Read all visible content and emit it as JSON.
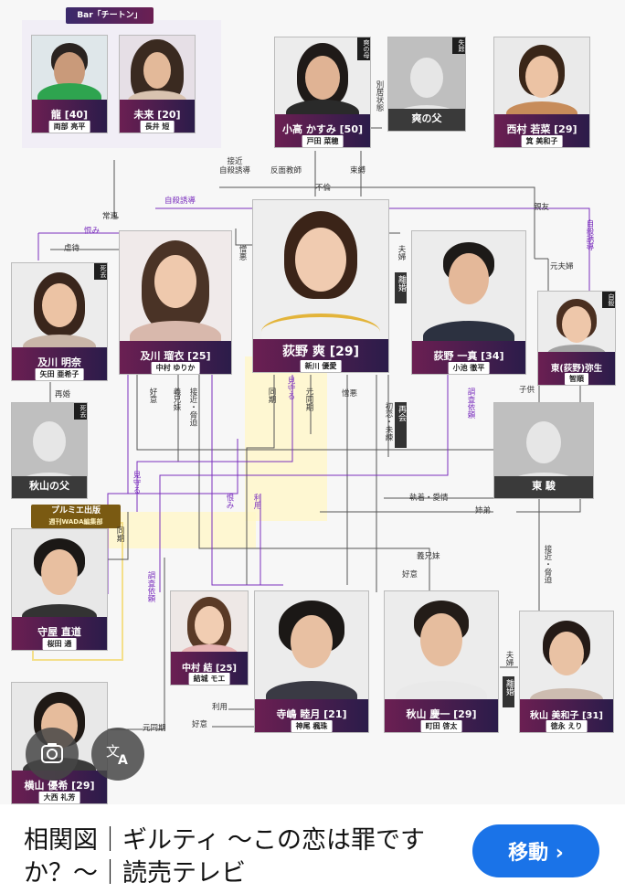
{
  "groups": {
    "bar": "Bar「チートン」",
    "plumie": "プルミエ出版",
    "plumie_sub": "週刊WADA編集部"
  },
  "people": {
    "ryu": {
      "name": "龍 [40]",
      "actor": "両部 亮平"
    },
    "mirai": {
      "name": "未来 [20]",
      "actor": "長井 短"
    },
    "kasumi": {
      "name": "小高 かすみ [50]",
      "actor": "戸田 菜穂",
      "tag": "爽の母"
    },
    "father": {
      "name": "爽の父",
      "tag": "失踪"
    },
    "wakana": {
      "name": "西村 若菜 [29]",
      "actor": "箕 美和子"
    },
    "akina": {
      "name": "及川 明奈",
      "actor": "矢田 亜希子",
      "tag": "死去"
    },
    "rui": {
      "name": "及川 瑠衣 [25]",
      "actor": "中村 ゆりか"
    },
    "sou": {
      "name": "荻野 爽 [29]",
      "actor": "新川 優愛"
    },
    "kazuma": {
      "name": "荻野 一真 [34]",
      "actor": "小池 徹平"
    },
    "yayoi": {
      "name": "東(荻野)弥生",
      "actor": "智順",
      "tag": "自殺"
    },
    "akiyama_father": {
      "name": "秋山の父",
      "tag": "死去"
    },
    "shun": {
      "name": "東 駿"
    },
    "naomichi": {
      "name": "守屋 直道",
      "actor": "桜田 通"
    },
    "yui": {
      "name": "中村 結 [25]",
      "actor": "結城 モエ"
    },
    "mutsuki": {
      "name": "寺嶋 睦月 [21]",
      "actor": "神尾 楓珠"
    },
    "keiichi": {
      "name": "秋山 慶一 [29]",
      "actor": "町田 啓太"
    },
    "miwako": {
      "name": "秋山 美和子 [31]",
      "actor": "徳永 えり"
    },
    "yuki": {
      "name": "横山 優希 [29]",
      "actor": "大西 礼芳"
    }
  },
  "relations": {
    "separated": "別居状態",
    "approach_suicide": "接近\n自殺誘導",
    "hostile_teacher": "反面教師",
    "restraint": "束縛",
    "affair": "不倫",
    "suicide_lead": "自殺誘導",
    "regular": "常連",
    "best_friend": "親友",
    "grudge": "恨み",
    "abuse": "虐待",
    "hatred_rs": "憎悪",
    "couple": "夫婦",
    "divorce": "離婚",
    "former_couple": "元夫婦",
    "suicide_lead_v": "自殺誘導",
    "child": "子供",
    "remarry": "再婚",
    "favor": "好意",
    "stepsister": "義兄妹",
    "approach_threat": "接近・脅迫",
    "watch": "見守る",
    "classmate": "同期",
    "former_classmate": "元同期",
    "hatred": "憎悪",
    "first_love": "初恋・未練",
    "reunion": "再会",
    "investigate": "調査依頼",
    "obsession": "執着・愛情",
    "siblings": "姉弟",
    "watch2": "見守る",
    "grudge2": "恨み",
    "use": "利用",
    "classmate2": "同期",
    "investigate2": "調査依頼",
    "stepsister2": "義兄妹",
    "favor2": "好意",
    "approach_threat2": "接近・脅迫",
    "couple2": "夫婦",
    "divorce2": "離婚",
    "use2": "利用",
    "favor3": "好意",
    "former_classmate2": "元同期"
  },
  "caption": "相関図｜ギルティ 〜この恋は罪ですか？〜｜読売テレビ",
  "move_button": "移動 ›",
  "icons": {
    "lens": "lens-icon",
    "translate": "translate-icon"
  },
  "colors": {
    "band": "#6b1f52",
    "accent": "#7b2fbe",
    "link": "#1a73e8"
  }
}
